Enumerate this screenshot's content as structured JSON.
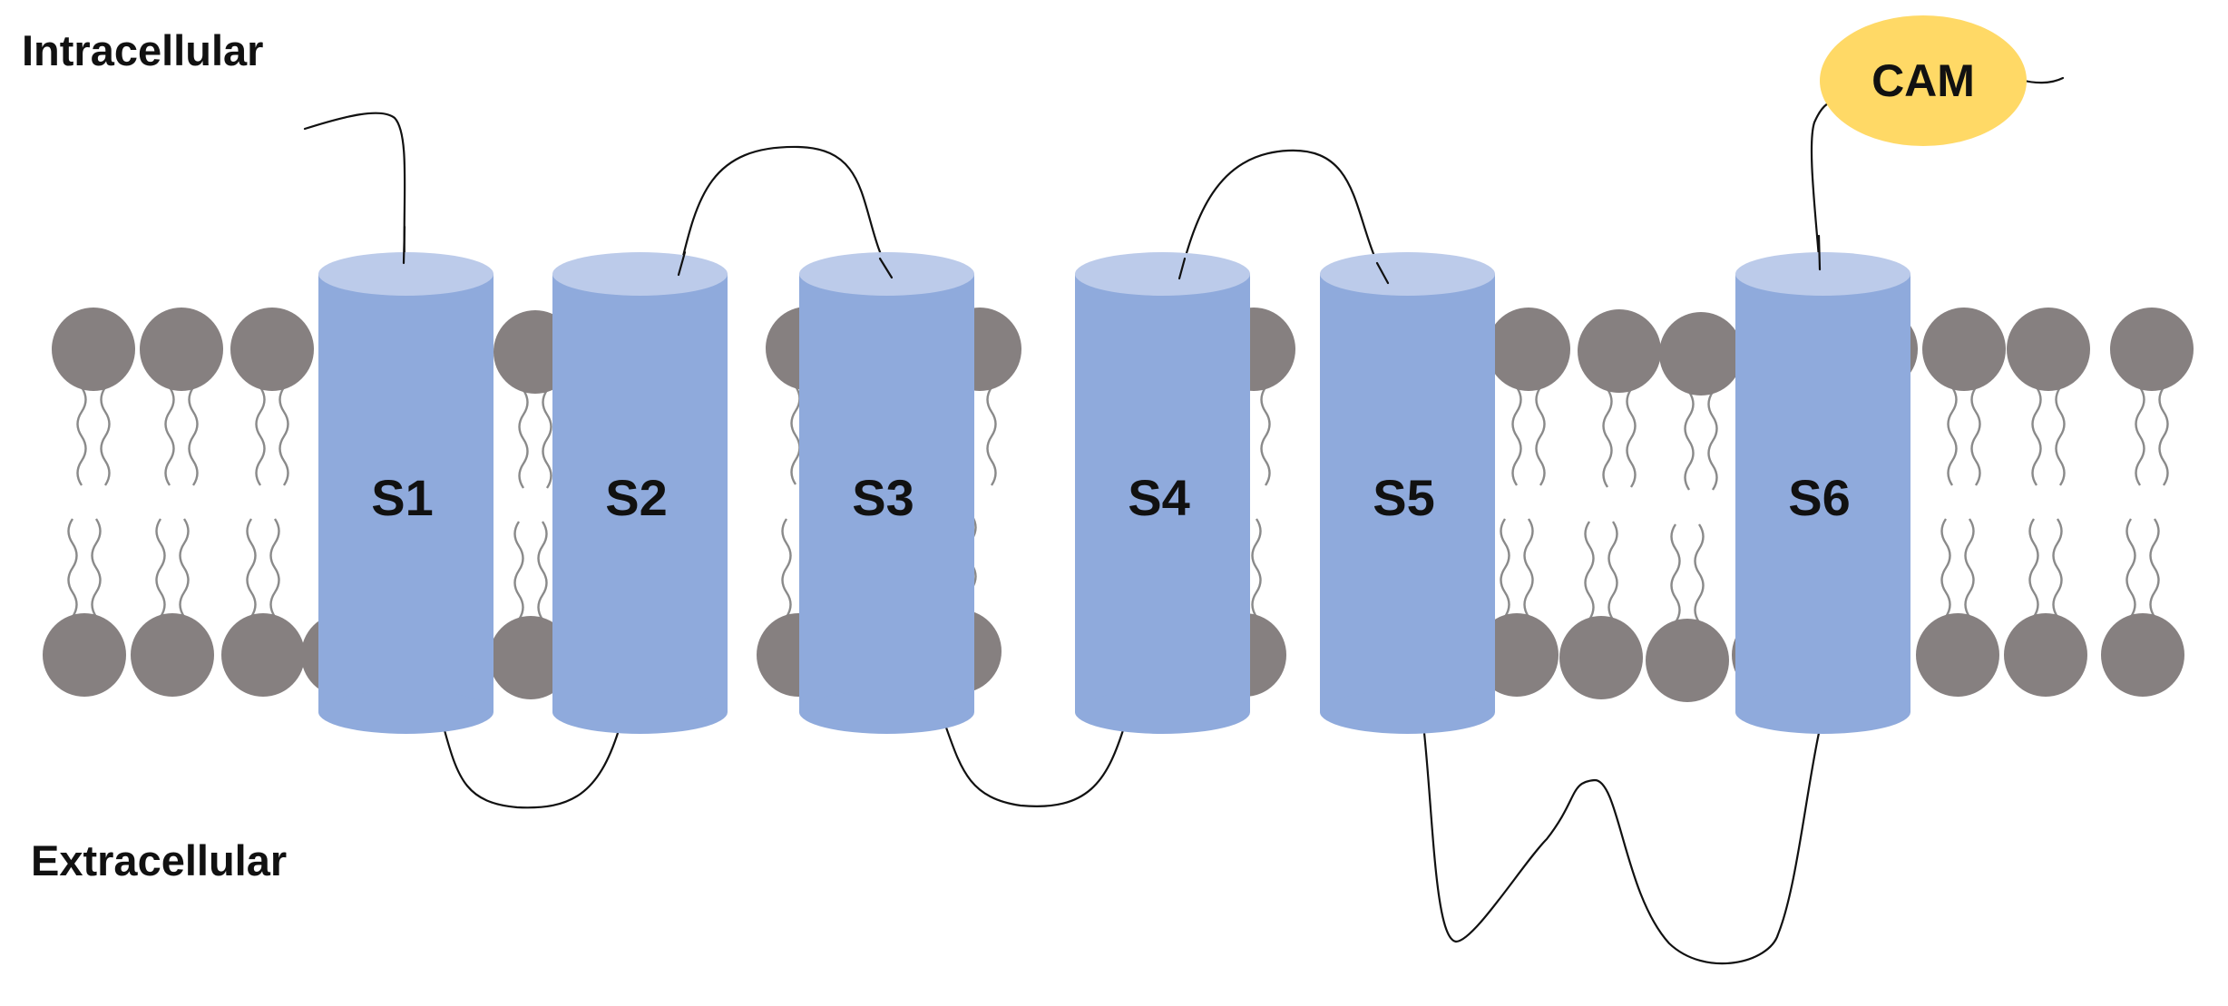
{
  "labels": {
    "intracellular": "Intracellular",
    "extracellular": "Extracellular"
  },
  "segments": [
    {
      "label": "S1"
    },
    {
      "label": "S2"
    },
    {
      "label": "S3"
    },
    {
      "label": "S4"
    },
    {
      "label": "S5"
    },
    {
      "label": "S6"
    }
  ],
  "cam": {
    "label": "CAM"
  },
  "colors": {
    "helix_body": "#8faadc",
    "helix_top": "#bccbea",
    "lipid_head": "#868080",
    "lipid_tail": "#8a8a8a",
    "cam_fill": "#ffd966",
    "loop_line": "#111111",
    "text": "#111111"
  }
}
